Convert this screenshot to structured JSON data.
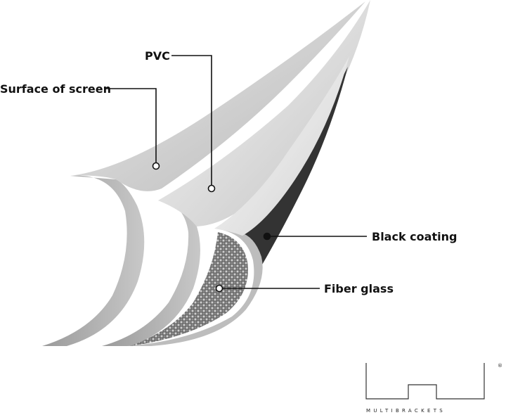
{
  "diagram": {
    "labels": {
      "surface": "Surface of screen",
      "pvc": "PVC",
      "black_coating": "Black coating",
      "fiber_glass": "Fiber glass"
    }
  },
  "brand": {
    "name": "MULTIBRACKETS",
    "registered": "®"
  }
}
